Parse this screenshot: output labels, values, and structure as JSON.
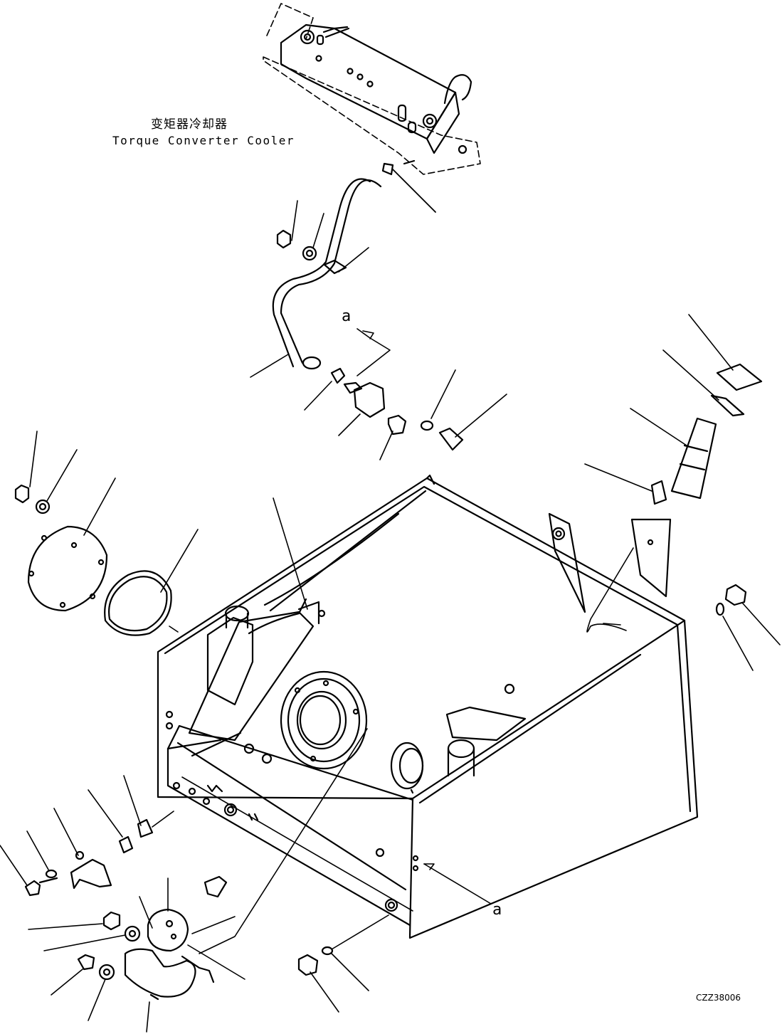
{
  "labels": {
    "cooler_cn": "变矩器冷却器",
    "cooler_en": "Torque Converter Cooler",
    "ref_a_top": "a",
    "ref_a_bottom": "a",
    "drawing_code": "CZZ38006"
  },
  "colors": {
    "ink": "#000000",
    "paper": "#ffffff"
  }
}
